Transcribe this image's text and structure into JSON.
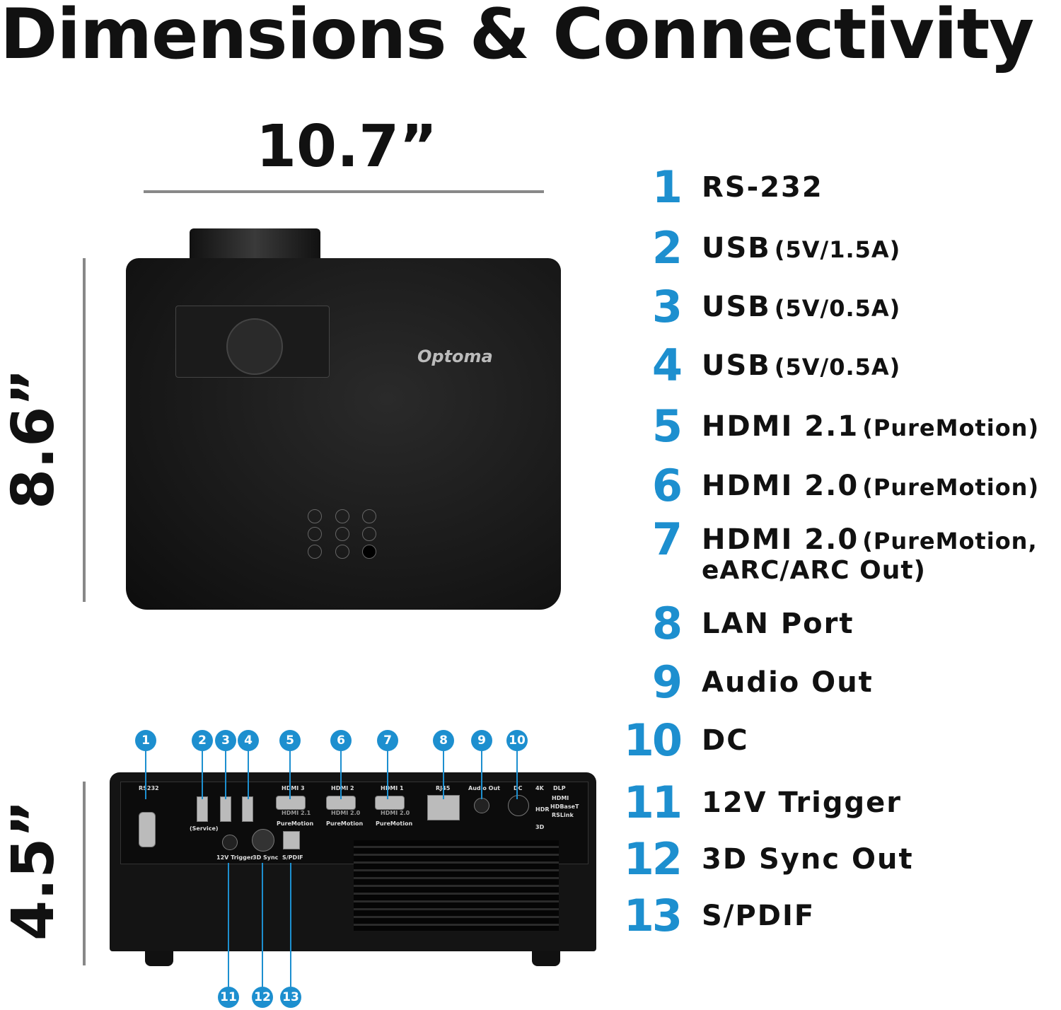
{
  "title": "Dimensions & Connectivity",
  "dimensions": {
    "width": "10.7”",
    "height": "8.6”",
    "depth": "4.5”"
  },
  "brand": "Optoma",
  "accent_color": "#1d8fcf",
  "ports": [
    {
      "num": "1",
      "name": "RS-232",
      "detail": ""
    },
    {
      "num": "2",
      "name": "USB",
      "detail": "(5V/1.5A)"
    },
    {
      "num": "3",
      "name": "USB",
      "detail": "(5V/0.5A)"
    },
    {
      "num": "4",
      "name": "USB",
      "detail": "(5V/0.5A)"
    },
    {
      "num": "5",
      "name": "HDMI 2.1",
      "detail": "(PureMotion)"
    },
    {
      "num": "6",
      "name": "HDMI 2.0",
      "detail": "(PureMotion)"
    },
    {
      "num": "7",
      "name": "HDMI 2.0",
      "detail": "(PureMotion,",
      "detail2": "eARC/ARC Out)"
    },
    {
      "num": "8",
      "name": "LAN Port",
      "detail": ""
    },
    {
      "num": "9",
      "name": "Audio Out",
      "detail": ""
    },
    {
      "num": "10",
      "name": "DC",
      "detail": ""
    },
    {
      "num": "11",
      "name": "12V Trigger",
      "detail": ""
    },
    {
      "num": "12",
      "name": "3D Sync Out",
      "detail": ""
    },
    {
      "num": "13",
      "name": "S/PDIF",
      "detail": ""
    }
  ],
  "panel_labels": {
    "rs232": "RS232",
    "service": "(Service)",
    "hdmi3": "HDMI 3",
    "hdmi2": "HDMI 2",
    "hdmi1": "HDMI 1",
    "hdmi21": "HDMI 2.1",
    "hdmi20a": "HDMI 2.0",
    "hdmi20b": "HDMI 2.0",
    "puremotion": "PureMotion",
    "rj45": "RJ45",
    "audio": "Audio Out",
    "dc": "DC",
    "trigger": "12V Trigger",
    "sync": "3D Sync",
    "spdif": "S/PDIF",
    "k4": "4K",
    "hdr": "HDR",
    "d3": "3D",
    "dlp": "DLP",
    "hdmi_logo": "HDMI",
    "hdbaset": "HDBaseT",
    "rslink": "RSLink"
  }
}
